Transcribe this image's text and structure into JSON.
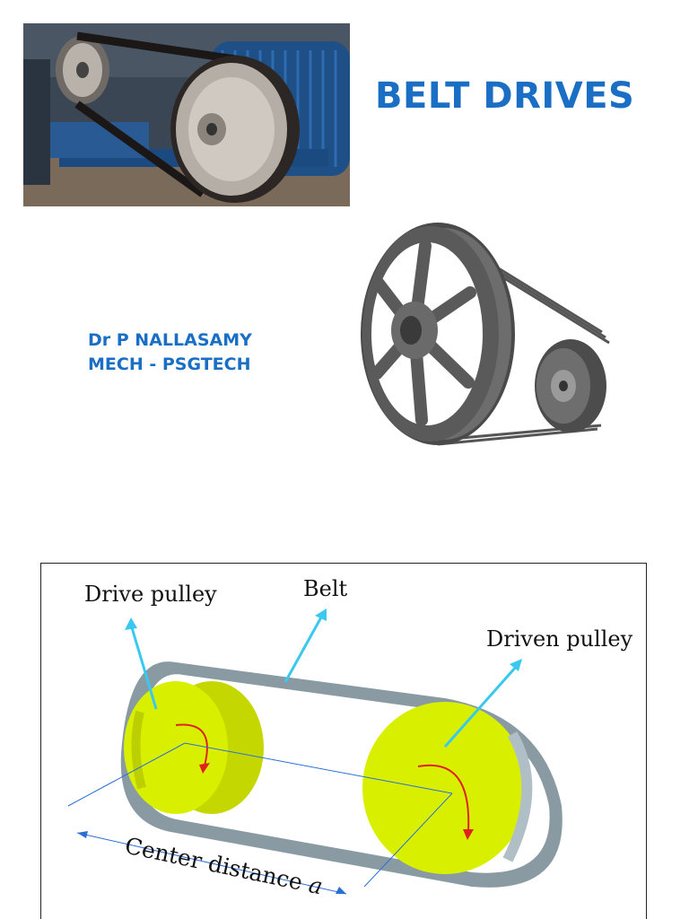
{
  "title": "BELT DRIVES",
  "author": {
    "name": "Dr P NALLASAMY",
    "dept": "MECH - PSGTECH"
  },
  "diagram": {
    "labels": {
      "drive_pulley": "Drive pulley",
      "belt": "Belt",
      "driven_pulley": "Driven pulley",
      "center_distance": "Center distance",
      "center_symbol": "a"
    }
  },
  "colors": {
    "title_blue": "#1a6fc4",
    "pulley_yellow": "#d8f000",
    "belt_gray": "#8a9aa3",
    "arrow_cyan": "#39c8ee",
    "rotation_red": "#e0221e"
  }
}
